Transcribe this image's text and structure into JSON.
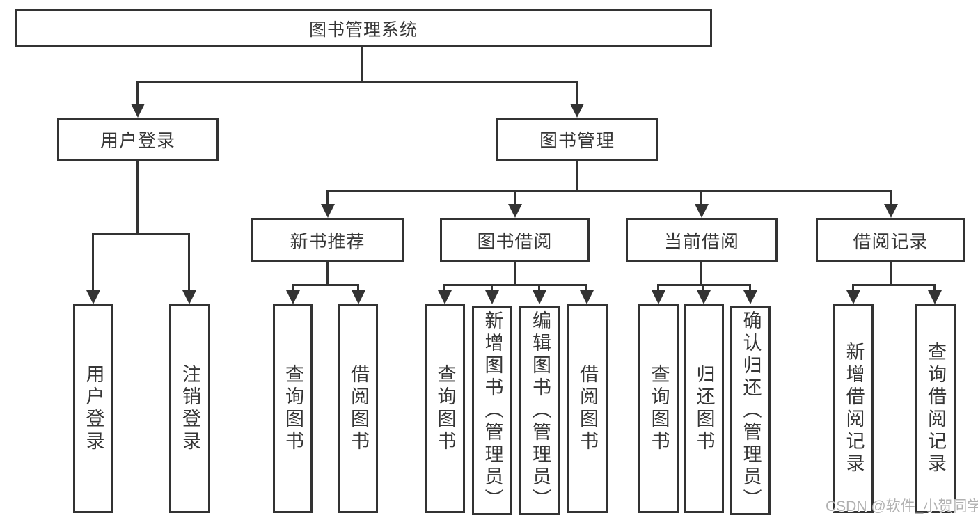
{
  "diagram_title": "图书管理系统",
  "colors": {
    "line": "#333333",
    "box_border": "#333333",
    "background": "#ffffff",
    "watermark": "#b0b0b0"
  },
  "tree": {
    "root": {
      "label": "图书管理系统",
      "children": [
        {
          "label": "用户登录",
          "children": [
            {
              "label": "用户登录"
            },
            {
              "label": "注销登录"
            }
          ]
        },
        {
          "label": "图书管理",
          "children": [
            {
              "label": "新书推荐",
              "children": [
                {
                  "label": "查询图书"
                },
                {
                  "label": "借阅图书"
                }
              ]
            },
            {
              "label": "图书借阅",
              "children": [
                {
                  "label": "查询图书"
                },
                {
                  "label": "新增图书（管理员）"
                },
                {
                  "label": "编辑图书（管理员）"
                },
                {
                  "label": "借阅图书"
                }
              ]
            },
            {
              "label": "当前借阅",
              "children": [
                {
                  "label": "查询图书"
                },
                {
                  "label": "归还图书"
                },
                {
                  "label": "确认归还（管理员）"
                }
              ]
            },
            {
              "label": "借阅记录",
              "children": [
                {
                  "label": "新增借阅记录"
                },
                {
                  "label": "查询借阅记录"
                }
              ]
            }
          ]
        }
      ]
    }
  },
  "watermark": {
    "text": "CSDN @软件_小贺同学"
  }
}
